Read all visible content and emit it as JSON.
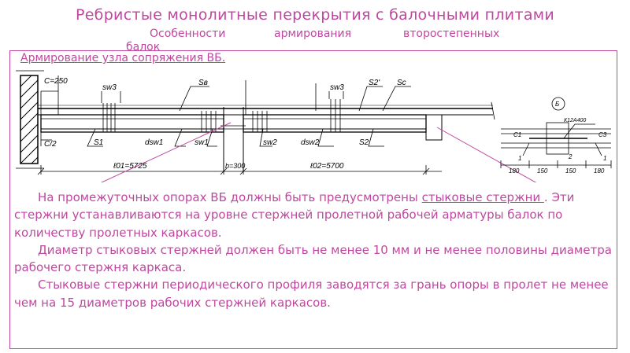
{
  "header": {
    "title": "Ребристые монолитные перекрытия с балочными плитами",
    "subtitle_w1": "Особенности",
    "subtitle_w2": "армирования",
    "subtitle_w3": "второстепенных",
    "subtitle_w4": "балок"
  },
  "section": {
    "heading": "Армирование узла сопряжения ВБ."
  },
  "drawing": {
    "labels": {
      "c250": "C=250",
      "c2": "C/2",
      "sw3_left": "sw3",
      "sw3_right": "sw3",
      "s_b": "Sв",
      "s2prime": "S2'",
      "s_c": "Sс",
      "s1": "S1",
      "dsw1": "dsw1",
      "sw1": "sw1",
      "sw2": "sw2",
      "dsw2": "dsw2",
      "s2": "S2",
      "l01": "ℓ01=5725",
      "b300": "b=300",
      "l02": "ℓ02=5700",
      "detail_b": "Б",
      "detail_k": "К12А400",
      "detail_c1": "С1",
      "detail_c3": "С3",
      "d180a": "180",
      "d150a": "150",
      "d150b": "150",
      "d180b": "180",
      "d1a": "1",
      "d1b": "1",
      "d2": "2"
    }
  },
  "body": {
    "p1_a": "На промежуточных опорах ВБ должны быть предусмотрены ",
    "p1_link": "стыковые стержни ",
    "p1_b": ". Эти стержни устанавливаются на уровне стержней пролетной рабочей арматуры балок по количеству пролетных каркасов.",
    "p2": "Диаметр стыковых стержней должен быть не менее 10 мм и не менее половины диаметра рабочего стержня каркаса.",
    "p3": "Стыковые стержни периодического профиля заводятся за грань опоры в пролет не менее чем на 15 диаметров рабочих стержней каркасов."
  }
}
